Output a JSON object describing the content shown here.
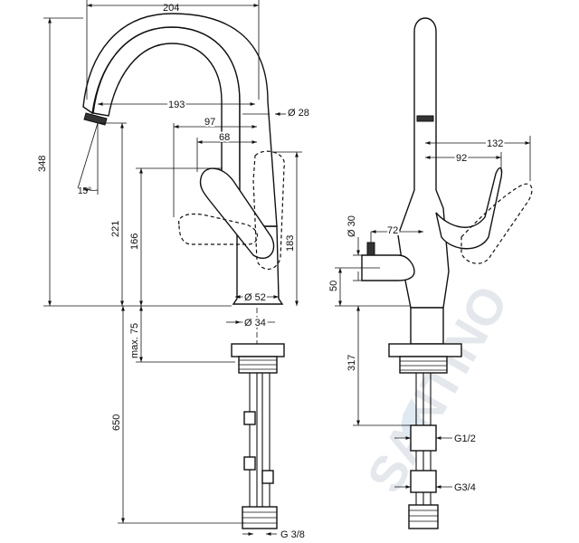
{
  "watermark": {
    "text": "SANTINO",
    "color": "#e4e8ec"
  },
  "front_view": {
    "dims": {
      "width_total": "204",
      "height_total": "348",
      "spout_reach": "193",
      "spout_diameter": "Ø 28",
      "lever_97": "97",
      "lever_68": "68",
      "aerator_angle": "15°",
      "spout_height": "221",
      "lever_height": "166",
      "lever_top": "183",
      "base_diameter": "Ø 52",
      "shank_diameter": "Ø 34",
      "max_thickness": "max. 75",
      "hose_length": "650",
      "hose_thread": "G 3/8"
    }
  },
  "side_view": {
    "dims": {
      "lever_reach": "132",
      "lever_92": "92",
      "knob_diameter": "Ø 30",
      "knob_72": "72",
      "knob_height": "50",
      "shank_length": "317",
      "thread_1": "G1/2",
      "thread_2": "G3/4"
    }
  }
}
